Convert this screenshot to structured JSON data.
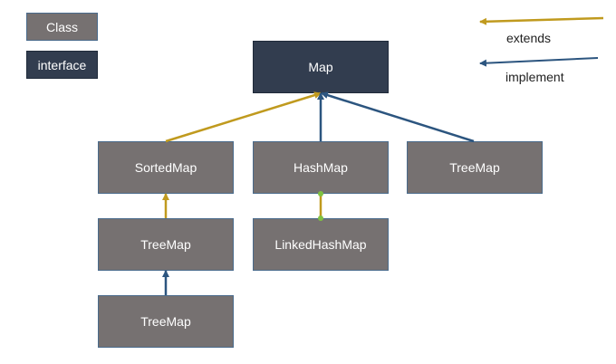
{
  "legend": {
    "class_label": "Class",
    "interface_label": "interface",
    "extends_label": "extends",
    "implement_label": "implement"
  },
  "colors": {
    "class_fill": "#767171",
    "interface_fill": "#323d4f",
    "extends": "#c09a1e",
    "implement": "#2c557f",
    "connector_dot": "#7fc241"
  },
  "nodes": {
    "map": "Map",
    "sorted_map": "SortedMap",
    "hash_map": "HashMap",
    "tree_map_right": "TreeMap",
    "tree_map_mid": "TreeMap",
    "linked_hash_map": "LinkedHashMap",
    "tree_map_bottom": "TreeMap"
  },
  "edges": [
    {
      "from": "sorted_map",
      "to": "map",
      "kind": "extends"
    },
    {
      "from": "hash_map",
      "to": "map",
      "kind": "implement"
    },
    {
      "from": "tree_map_right",
      "to": "map",
      "kind": "implement"
    },
    {
      "from": "tree_map_mid",
      "to": "sorted_map",
      "kind": "extends"
    },
    {
      "from": "linked_hash_map",
      "to": "hash_map",
      "kind": "extends"
    },
    {
      "from": "tree_map_bottom",
      "to": "tree_map_mid",
      "kind": "implement"
    }
  ]
}
